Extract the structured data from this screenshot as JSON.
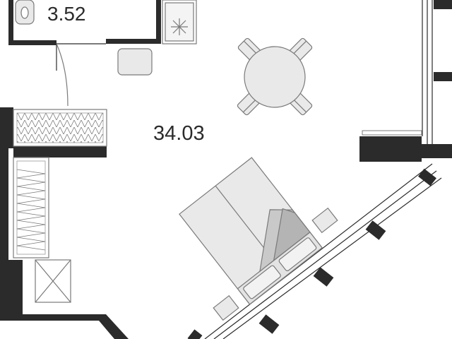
{
  "floor_plan": {
    "rooms": [
      {
        "id": "bathroom",
        "area_label": "3.52"
      },
      {
        "id": "studio",
        "area_label": "34.03"
      }
    ],
    "furniture": [
      "toilet",
      "shower-tray",
      "armchair",
      "round-dining-table",
      "dining-chair",
      "dining-chair",
      "dining-chair",
      "dining-chair",
      "double-bed",
      "bed-pillow",
      "bed-pillow",
      "nightstand",
      "nightstand",
      "wardrobe",
      "wardrobe",
      "storage-cabinet"
    ],
    "colors": {
      "wall": "#2b2b2b",
      "furniture_fill": "#e9e9e9",
      "furniture_stroke": "#7a7a7a",
      "label_text": "#2b2b2b",
      "background": "#ffffff"
    }
  }
}
